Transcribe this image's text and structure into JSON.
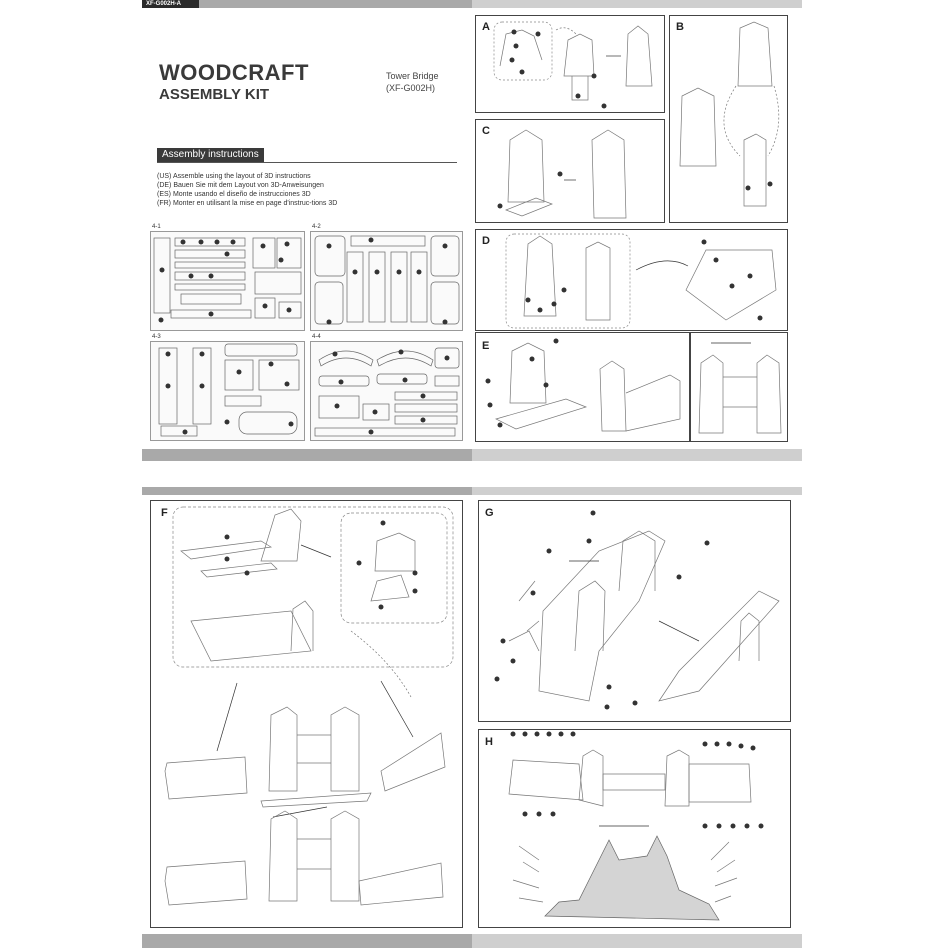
{
  "product_code": "XF-G002H-A",
  "title": "WOODCRAFT",
  "subtitle": "ASSEMBLY KIT",
  "model_name": "Tower Bridge",
  "model_code": "(XF-G002H)",
  "section_heading": "Assembly instructions",
  "instructions": [
    "(US) Assemble using the layout of 3D instructions",
    "(DE) Bauen Sie mit dem Layout von 3D-Anweisungen",
    "(ES) Monte usando el diseño de instrucciones 3D",
    "(FR) Monter en utilisant la mise en page d'instruc-tions 3D"
  ],
  "sheets": [
    {
      "label": "4-1"
    },
    {
      "label": "4-2"
    },
    {
      "label": "4-3"
    },
    {
      "label": "4-4"
    }
  ],
  "steps": [
    {
      "letter": "A"
    },
    {
      "letter": "B"
    },
    {
      "letter": "C"
    },
    {
      "letter": "D"
    },
    {
      "letter": "E"
    },
    {
      "letter": "F"
    },
    {
      "letter": "G"
    },
    {
      "letter": "H"
    }
  ],
  "colors": {
    "bar_gray": "#a9a9a9",
    "bar_light": "#cfcfcf",
    "heading_bg": "#3a3a3a",
    "line": "#444444"
  }
}
